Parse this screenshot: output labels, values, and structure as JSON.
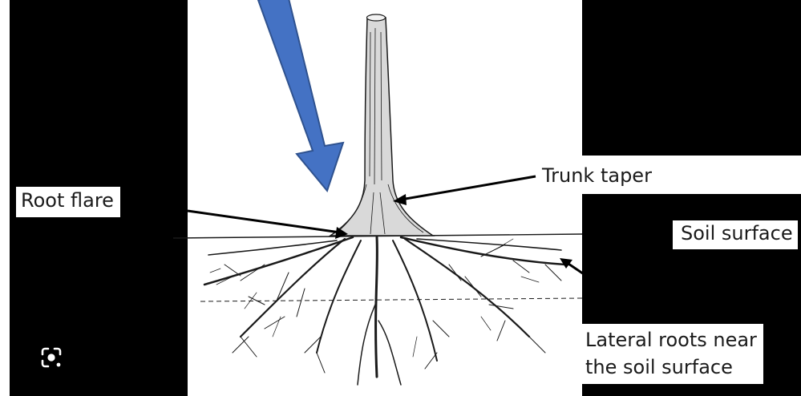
{
  "labels": {
    "trunk_taper": "Trunk taper",
    "root_flare": "Root flare",
    "soil_surface": "Soil surface",
    "lateral_roots_line1": "Lateral roots near",
    "lateral_roots_line2": "the soil surface"
  },
  "colors": {
    "background_panels": "#000000",
    "pointer_arrow": "#4472c4",
    "pointer_arrow_outline": "#2f528f",
    "drawing_ink": "#1a1a1a"
  },
  "icons": {
    "lens": "google-lens-icon"
  }
}
